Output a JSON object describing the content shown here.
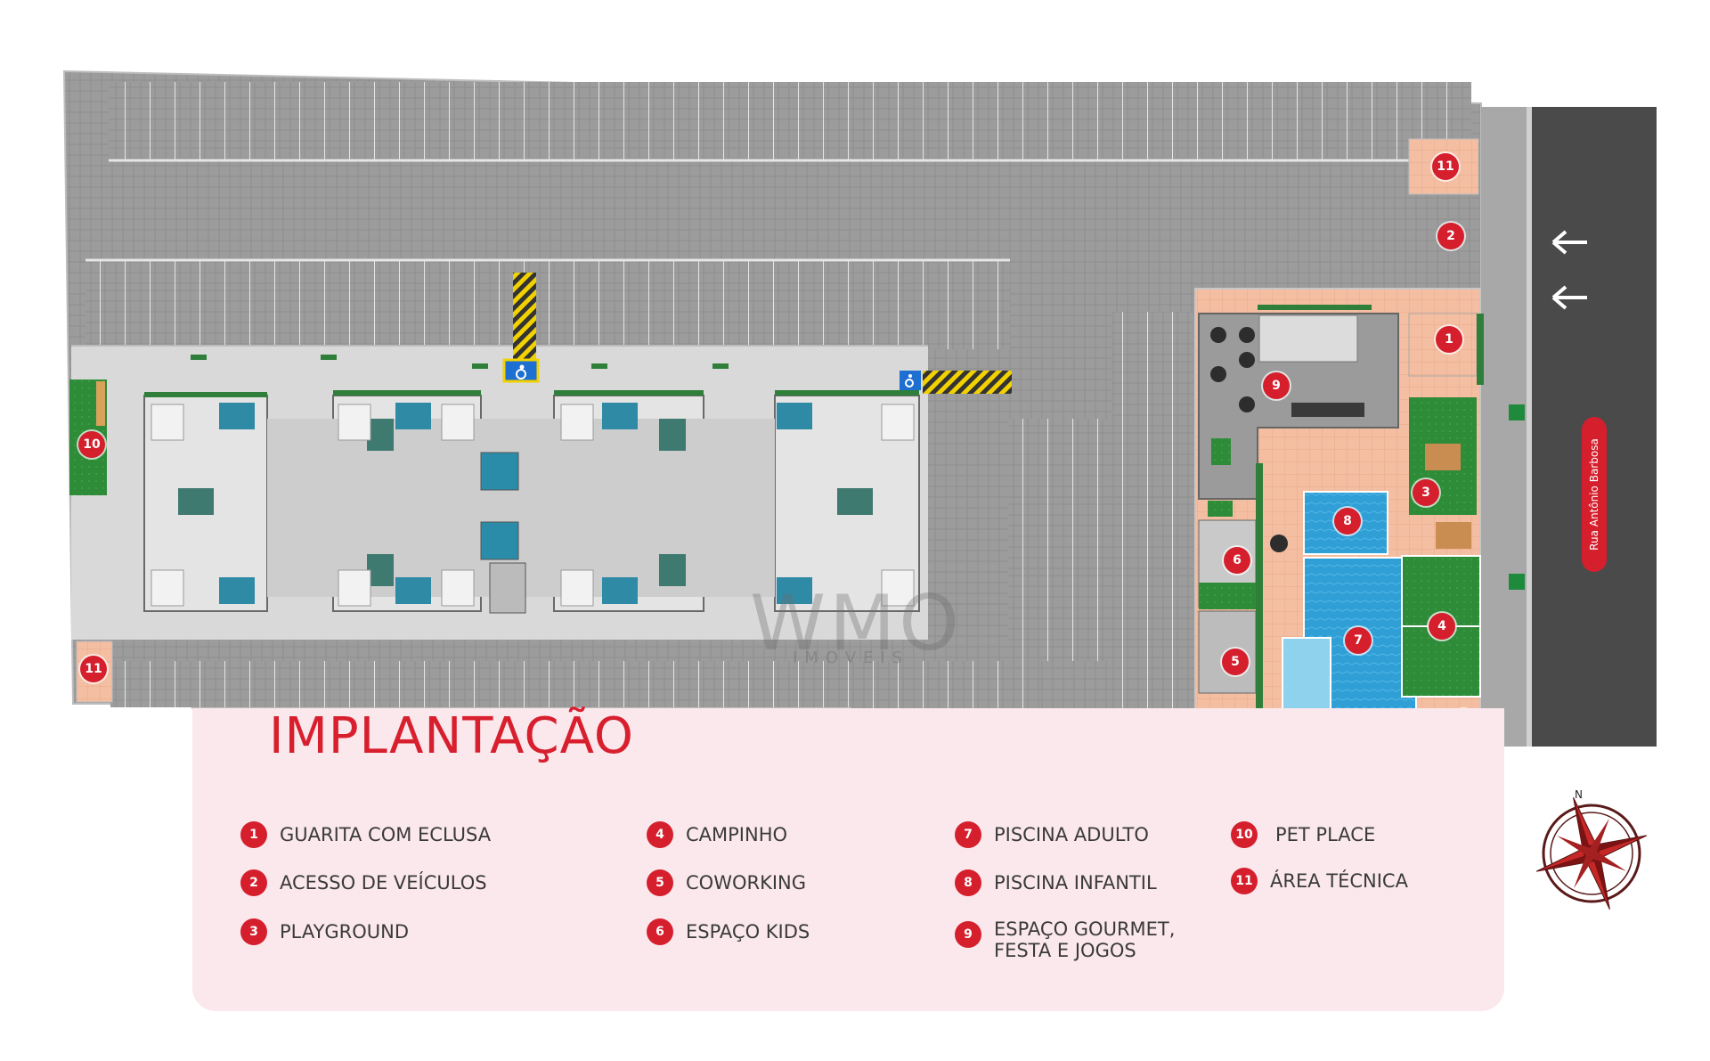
{
  "title": "IMPLANTAÇÃO",
  "legend": [
    {
      "num": "1",
      "label": "GUARITA COM ECLUSA"
    },
    {
      "num": "2",
      "label": "ACESSO DE VEÍCULOS"
    },
    {
      "num": "3",
      "label": "PLAYGROUND"
    },
    {
      "num": "4",
      "label": "CAMPINHO"
    },
    {
      "num": "5",
      "label": "COWORKING"
    },
    {
      "num": "6",
      "label": "ESPAÇO KIDS"
    },
    {
      "num": "7",
      "label": "PISCINA ADULTO"
    },
    {
      "num": "8",
      "label": "PISCINA INFANTIL"
    },
    {
      "num": "9",
      "label": "ESPAÇO GOURMET,\nFESTA E JOGOS"
    },
    {
      "num": "10",
      "label": "PET PLACE"
    },
    {
      "num": "11",
      "label": "ÁREA TÉCNICA"
    }
  ],
  "map_markers": [
    "11",
    "2",
    "1",
    "9",
    "3",
    "8",
    "6",
    "4",
    "7",
    "5",
    "11",
    "10",
    "11"
  ],
  "street_name": "Rua Antônio Barbosa",
  "watermark": {
    "logo": "WMO",
    "subtitle": "IMOVEIS"
  },
  "compass_letter": "N",
  "colors": {
    "accent": "#d51f2d",
    "pavement": "#9a9a9a",
    "road": "#4b4b4b",
    "pool": "#2e9fd4",
    "grass": "#2f8a3a",
    "deck": "#f3b79a",
    "legend_bg": "#fbe8ec"
  },
  "icons": [
    "wheelchair-icon",
    "arrow-left-icon",
    "compass-rose-icon"
  ]
}
